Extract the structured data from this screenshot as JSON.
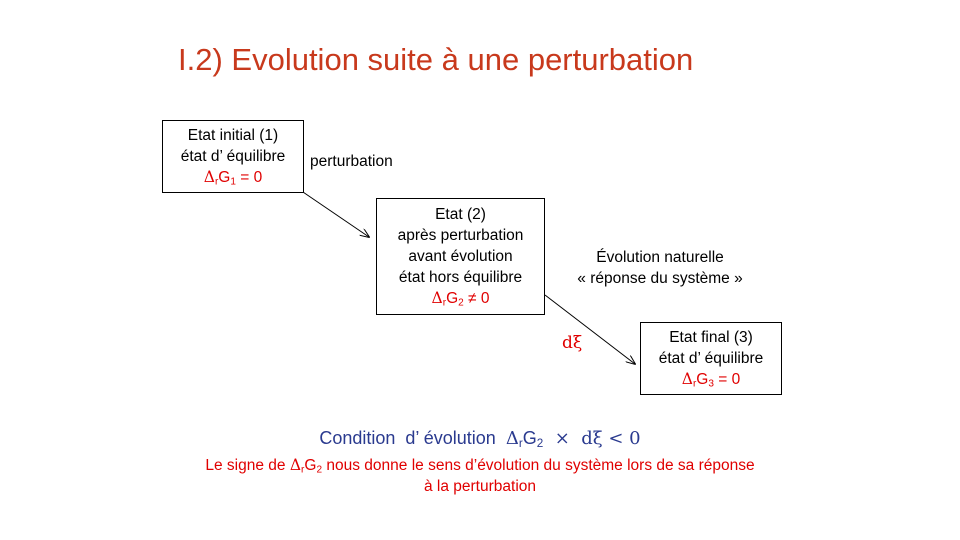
{
  "title": "I.2) Evolution suite à une perturbation",
  "box1": {
    "line1": "Etat initial (1)",
    "line2": "état d’ équilibre",
    "delta": "Δ",
    "r": "r",
    "g": "G",
    "idx": "1",
    "rest": " = 0"
  },
  "box2": {
    "line1": "Etat (2)",
    "line2": "après perturbation",
    "line3": "avant évolution",
    "line4": "état  hors équilibre",
    "delta": "Δ",
    "r": "r",
    "g": "G",
    "idx": "2",
    "rest": " ≠ 0"
  },
  "box3": {
    "line1": "Etat final (3)",
    "line2": "état d’ équilibre",
    "delta": "Δ",
    "r": "r",
    "g": "G",
    "idx": "3",
    "rest": " = 0"
  },
  "labels": {
    "perturbation": "perturbation",
    "evolution_line1": "Évolution naturelle",
    "evolution_line2": "« réponse du système »",
    "dxi": "dξ"
  },
  "condition": {
    "text": "Condition  d’ évolution  ",
    "delta": "Δ",
    "r": "r",
    "g": "G",
    "idx": "2",
    "times": "  ×  ",
    "dxi": "dξ",
    "lt": " < 0"
  },
  "note": {
    "pre": "Le signe de ",
    "delta": "Δ",
    "r": "r",
    "g": "G",
    "idx": "2",
    "post": " nous donne le sens d’évolution du système lors de sa réponse",
    "line2": "à la perturbation"
  }
}
